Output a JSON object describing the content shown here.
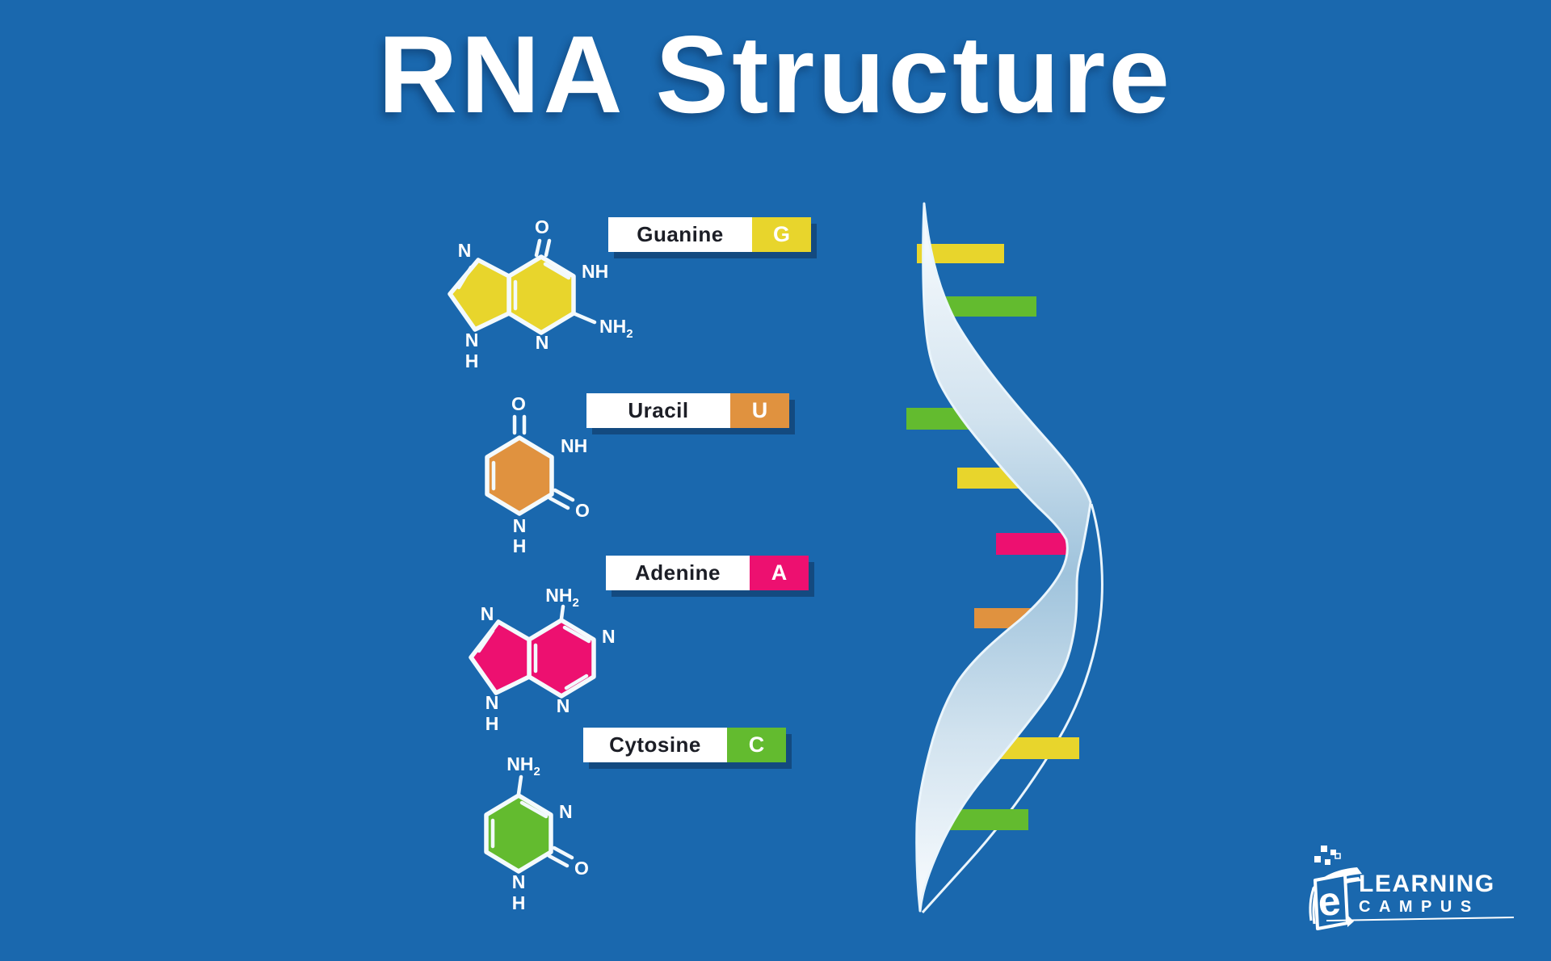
{
  "title": "RNA Structure",
  "colors": {
    "background": "#1a68ae",
    "guanine": "#e8d52c",
    "uracil": "#e0923f",
    "adenine": "#ed1070",
    "cytosine": "#63bb2f",
    "ribbon_light": "#fbfdff",
    "ribbon_soft": "#d2e3ef",
    "ribbon_mid": "#9fc3dc",
    "ribbon_edge": "#eaf5fc"
  },
  "nucleobases": [
    {
      "label": "Guanine",
      "symbol": "G"
    },
    {
      "label": "Uracil",
      "symbol": "U"
    },
    {
      "label": "Adenine",
      "symbol": "A"
    },
    {
      "label": "Cytosine",
      "symbol": "C"
    }
  ],
  "molecules": {
    "guanine": {
      "o_top": "O",
      "n_ring_top": "N",
      "nh_right": "NH",
      "amine_main": "NH",
      "amine_sub": "2",
      "n_bottom": "N",
      "n_ring_bottom": "N",
      "h_ring_bottom": "H"
    },
    "uracil": {
      "o_top": "O",
      "nh_right": "NH",
      "o_right": "O",
      "n_bottom": "N",
      "h_bottom": "H"
    },
    "adenine": {
      "amine_main": "NH",
      "amine_sub": "2",
      "n_ring_top": "N",
      "n_right": "N",
      "n_bottom": "N",
      "n_ring_bottom": "N",
      "h_ring_bottom": "H"
    },
    "cytosine": {
      "amine_main": "NH",
      "amine_sub": "2",
      "n_right": "N",
      "o_right": "O",
      "n_bottom": "N",
      "h_bottom": "H"
    }
  },
  "strand": {
    "bars": [
      {
        "color": "#e8d52c"
      },
      {
        "color": "#63bb2f"
      },
      {
        "color": "#63bb2f"
      },
      {
        "color": "#e8d52c"
      },
      {
        "color": "#ed1070"
      },
      {
        "color": "#e0923f"
      },
      {
        "color": "#e8d52c"
      },
      {
        "color": "#63bb2f"
      }
    ]
  },
  "logo": {
    "brand_line1": "LEARNING",
    "brand_line2": "CAMPUS",
    "emblem_letter": "e"
  }
}
